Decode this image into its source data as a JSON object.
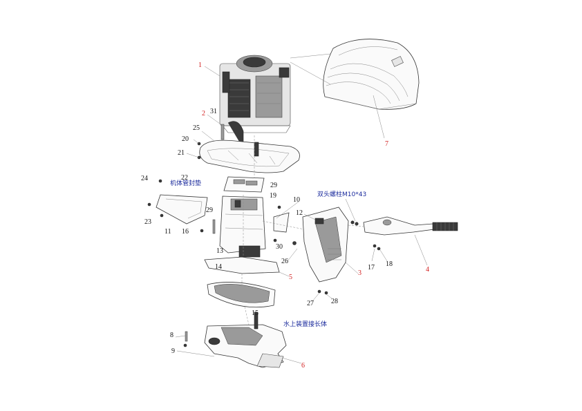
{
  "callouts": {
    "c1": "1",
    "c2": "2",
    "c3": "3",
    "c4": "4",
    "c5": "5",
    "c6": "6",
    "c7": "7",
    "c8": "8",
    "c9": "9",
    "c10": "10",
    "c11": "11",
    "c12": "12",
    "c13": "13",
    "c14": "14",
    "c15": "15",
    "c16": "16",
    "c17": "17",
    "c18": "18",
    "c19": "19",
    "c20": "20",
    "c21": "21",
    "c22": "22",
    "c23": "23",
    "c24": "24",
    "c25": "25",
    "c26": "26",
    "c27": "27",
    "c28": "28",
    "c29a": "29",
    "c29b": "29",
    "c30": "30",
    "c31": "31"
  },
  "notes": {
    "gasket": "机体管封垫",
    "stud": "双头螺柱M10*43",
    "extension": "水上装置接长体"
  },
  "colors": {
    "callout_main": "#d21f1f",
    "callout_sub": "#111111",
    "note": "#1a2a9c"
  }
}
